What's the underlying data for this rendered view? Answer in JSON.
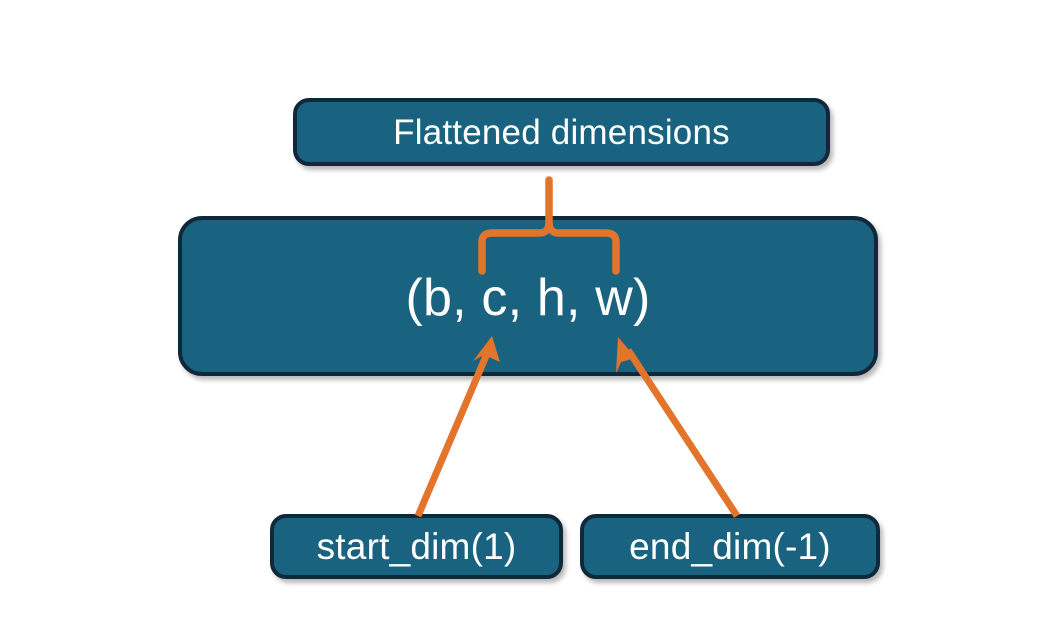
{
  "diagram": {
    "title_node": {
      "label": "Flattened dimensions"
    },
    "shape_node": {
      "label": "(b, c, h, w)"
    },
    "start_node": {
      "label": "start_dim(1)"
    },
    "end_node": {
      "label": "end_dim(-1)"
    },
    "colors": {
      "node_fill": "#1a6380",
      "node_border": "#10293a",
      "node_text": "#ffffff",
      "accent": "#e2742c",
      "background": "#ffffff"
    },
    "connectors": {
      "brace": "curly-brace-up",
      "start_arrow": "arrow-up-right",
      "end_arrow": "arrow-up-left"
    }
  }
}
